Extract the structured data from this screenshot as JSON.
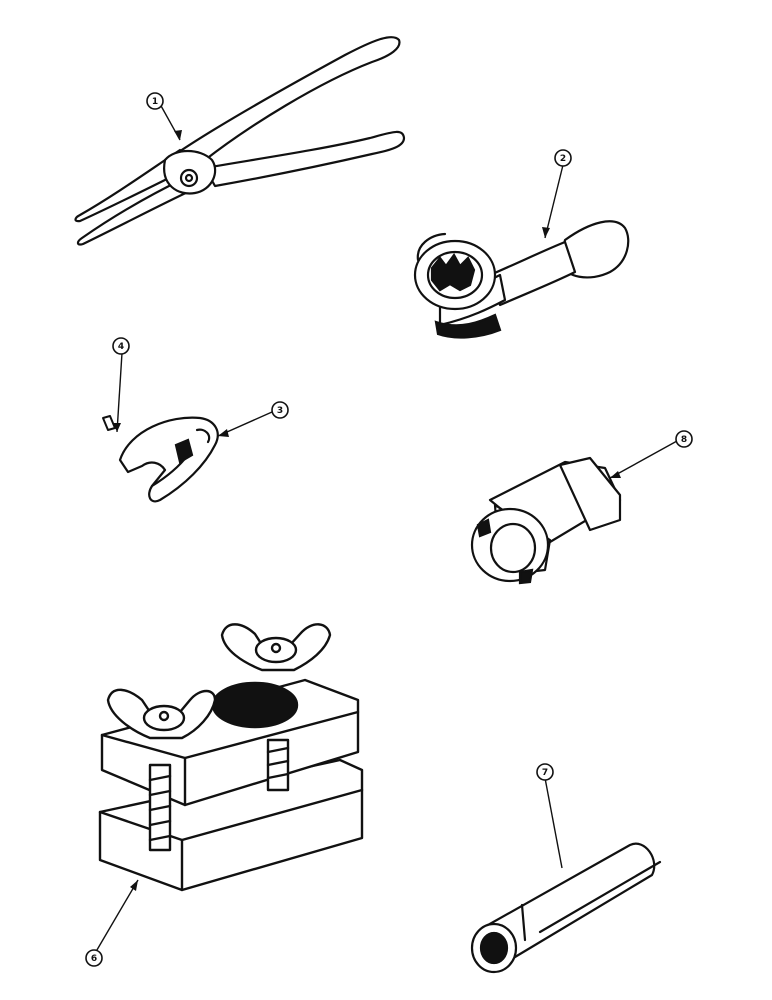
{
  "figure": {
    "callouts": [
      {
        "id": "1",
        "label": "1",
        "part": "snap-ring-pliers"
      },
      {
        "id": "2",
        "label": "2",
        "part": "flare-nut-socket"
      },
      {
        "id": "3",
        "label": "3",
        "part": "clamp-yoke"
      },
      {
        "id": "4",
        "label": "4",
        "part": "pin"
      },
      {
        "id": "5",
        "label": "8",
        "part": "spanner-socket"
      },
      {
        "id": "6",
        "label": "6",
        "part": "wing-nut-clamp"
      },
      {
        "id": "7",
        "label": "7",
        "part": "tube-socket"
      }
    ],
    "colors": {
      "ink": "#111111",
      "paper": "#ffffff"
    }
  }
}
